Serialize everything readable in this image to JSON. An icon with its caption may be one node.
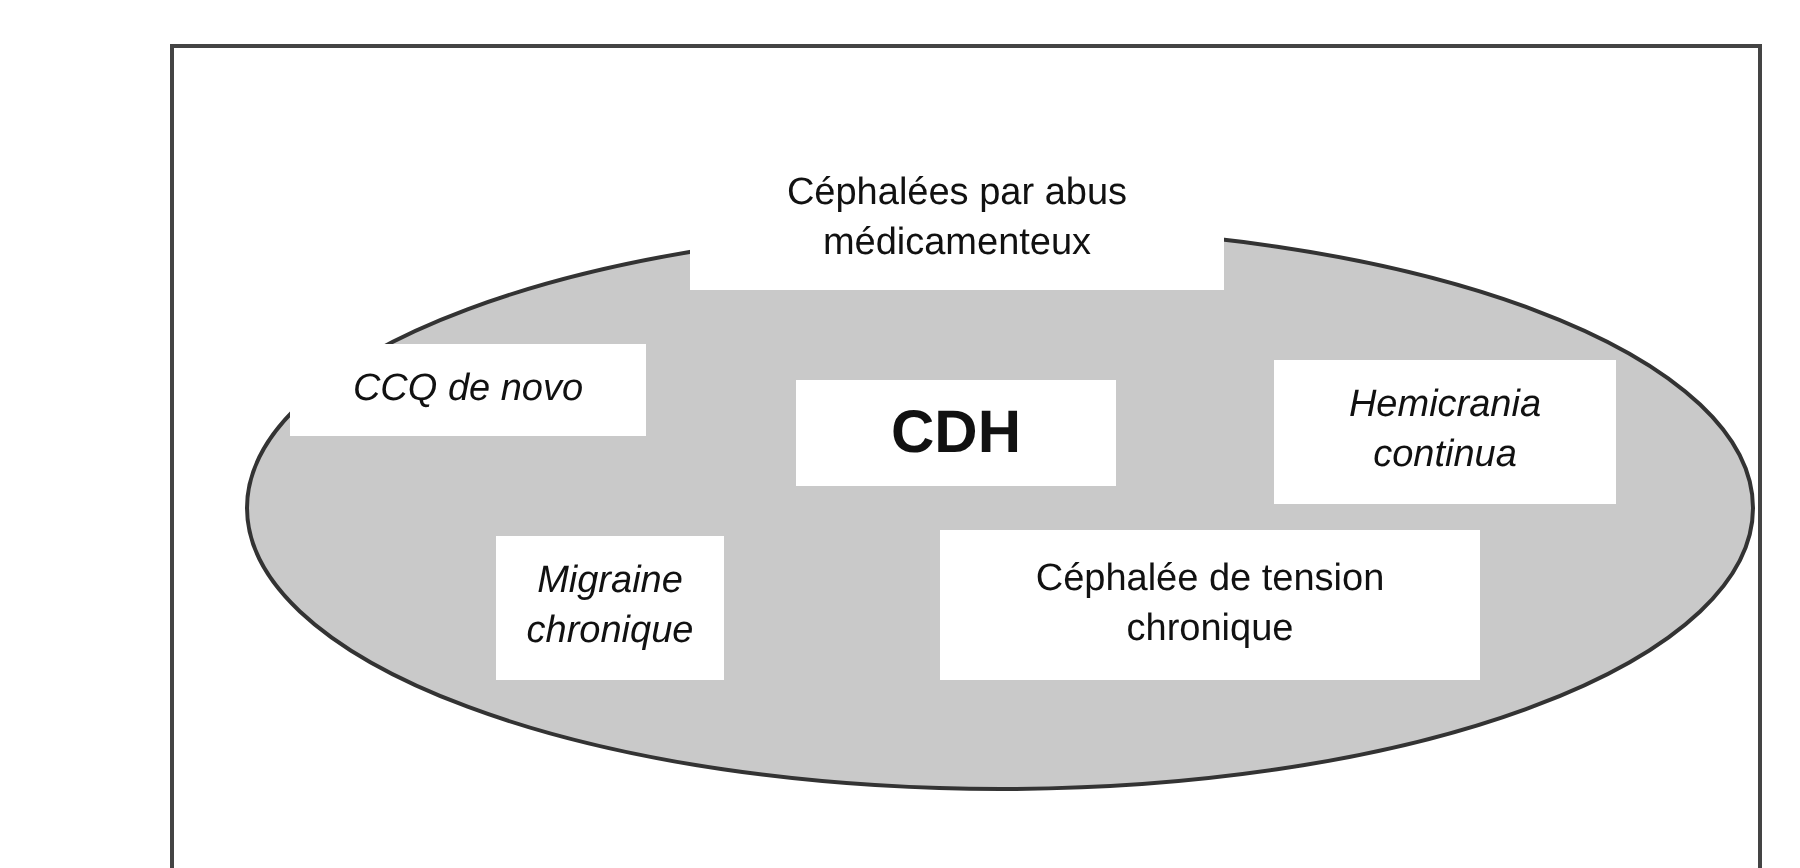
{
  "diagram": {
    "nodes": [
      {
        "text": [],
        "shape": "ellipse"
      },
      {
        "text": [
          "Céphalées par abus médicamenteux"
        ]
      },
      {
        "text": [
          "CCQ de novo"
        ],
        "in": 0
      },
      {
        "text": [
          "CDH"
        ],
        "in": 0
      },
      {
        "text": [
          "Hemicrania continua"
        ],
        "in": 0
      },
      {
        "text": [
          "Migraine chronique"
        ],
        "in": 0
      },
      {
        "text": [
          "Céphalée de tension chronique"
        ],
        "in": 0
      }
    ]
  }
}
